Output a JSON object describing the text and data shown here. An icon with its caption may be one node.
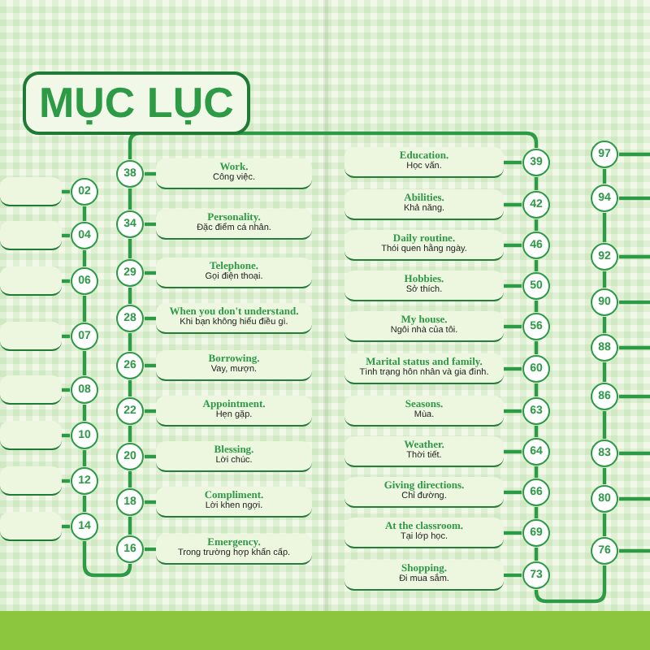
{
  "diagram": {
    "title": "MỤC LỤC",
    "nodes": [
      {
        "text": [
          "02"
        ]
      },
      {
        "text": [],
        "shape": "box"
      },
      {
        "text": [
          "04"
        ]
      },
      {
        "text": [],
        "shape": "box"
      },
      {
        "text": [
          "06"
        ]
      },
      {
        "text": [],
        "shape": "box"
      },
      {
        "text": [
          "07"
        ]
      },
      {
        "text": [],
        "shape": "box"
      },
      {
        "text": [
          "08"
        ]
      },
      {
        "text": [],
        "shape": "box"
      },
      {
        "text": [
          "10"
        ]
      },
      {
        "text": [],
        "shape": "box"
      },
      {
        "text": [
          "12"
        ]
      },
      {
        "text": [],
        "shape": "box"
      },
      {
        "text": [
          "14"
        ]
      },
      {
        "text": [],
        "shape": "box"
      },
      {
        "text": [
          "38"
        ]
      },
      {
        "text": [
          "Work.",
          "Công việc."
        ]
      },
      {
        "text": [
          "34"
        ]
      },
      {
        "text": [
          "Personality.",
          "Đặc điểm cá nhân."
        ]
      },
      {
        "text": [
          "29"
        ]
      },
      {
        "text": [
          "Telephone.",
          "Gọi điện thoại."
        ]
      },
      {
        "text": [
          "28"
        ]
      },
      {
        "text": [
          "When you don't understand.",
          "Khi bạn không hiểu điều gì."
        ]
      },
      {
        "text": [
          "26"
        ]
      },
      {
        "text": [
          "Borrowing.",
          "Vay, mượn."
        ]
      },
      {
        "text": [
          "22"
        ]
      },
      {
        "text": [
          "Appointment.",
          "Hẹn gặp."
        ]
      },
      {
        "text": [
          "20"
        ]
      },
      {
        "text": [
          "Blessing.",
          "Lời chúc."
        ]
      },
      {
        "text": [
          "18"
        ]
      },
      {
        "text": [
          "Compliment.",
          "Lời khen ngợi."
        ]
      },
      {
        "text": [
          "16"
        ]
      },
      {
        "text": [
          "Emergency.",
          "Trong trường hợp khẩn cấp."
        ]
      },
      {
        "text": [
          "39"
        ]
      },
      {
        "text": [
          "Education.",
          "Học vấn."
        ]
      },
      {
        "text": [
          "42"
        ]
      },
      {
        "text": [
          "Abilities.",
          "Khả năng."
        ]
      },
      {
        "text": [
          "46"
        ]
      },
      {
        "text": [
          "Daily routine.",
          "Thói quen hằng ngày."
        ]
      },
      {
        "text": [
          "50"
        ]
      },
      {
        "text": [
          "Hobbies.",
          "Sở thích."
        ]
      },
      {
        "text": [
          "56"
        ]
      },
      {
        "text": [
          "My house.",
          "Ngôi nhà của tôi."
        ]
      },
      {
        "text": [
          "60"
        ]
      },
      {
        "text": [
          "Marital status and family.",
          "Tình trạng hôn nhân và gia đình."
        ]
      },
      {
        "text": [
          "63"
        ]
      },
      {
        "text": [
          "Seasons.",
          "Mùa."
        ]
      },
      {
        "text": [
          "64"
        ]
      },
      {
        "text": [
          "Weather.",
          "Thời tiết."
        ]
      },
      {
        "text": [
          "66"
        ]
      },
      {
        "text": [
          "Giving directions.",
          "Chỉ đường."
        ]
      },
      {
        "text": [
          "69"
        ]
      },
      {
        "text": [
          "At the classroom.",
          "Tại lớp học."
        ]
      },
      {
        "text": [
          "73"
        ]
      },
      {
        "text": [
          "Shopping.",
          "Đi mua sắm."
        ]
      },
      {
        "text": [
          "97"
        ]
      },
      {
        "text": [
          "94"
        ]
      },
      {
        "text": [
          "92"
        ]
      },
      {
        "text": [
          "90"
        ]
      },
      {
        "text": [
          "88"
        ]
      },
      {
        "text": [
          "86"
        ]
      },
      {
        "text": [
          "83"
        ]
      },
      {
        "text": [
          "80"
        ]
      },
      {
        "text": [
          "76"
        ]
      }
    ],
    "edges": [
      {
        "from": 1,
        "to": 0,
        "arrow": "none"
      },
      {
        "from": 3,
        "to": 2,
        "arrow": "none"
      },
      {
        "from": 5,
        "to": 4,
        "arrow": "none"
      },
      {
        "from": 7,
        "to": 6,
        "arrow": "none"
      },
      {
        "from": 9,
        "to": 8,
        "arrow": "none"
      },
      {
        "from": 11,
        "to": 10,
        "arrow": "none"
      },
      {
        "from": 13,
        "to": 12,
        "arrow": "none"
      },
      {
        "from": 15,
        "to": 14,
        "arrow": "none"
      },
      {
        "from": 17,
        "to": 16,
        "arrow": "none"
      },
      {
        "from": 19,
        "to": 18,
        "arrow": "none"
      },
      {
        "from": 21,
        "to": 20,
        "arrow": "none"
      },
      {
        "from": 23,
        "to": 22,
        "arrow": "none"
      },
      {
        "from": 25,
        "to": 24,
        "arrow": "none"
      },
      {
        "from": 27,
        "to": 26,
        "arrow": "none"
      },
      {
        "from": 29,
        "to": 28,
        "arrow": "none"
      },
      {
        "from": 31,
        "to": 30,
        "arrow": "none"
      },
      {
        "from": 33,
        "to": 32,
        "arrow": "none"
      },
      {
        "from": 35,
        "to": 34,
        "arrow": "none"
      },
      {
        "from": 37,
        "to": 36,
        "arrow": "none"
      },
      {
        "from": 39,
        "to": 38,
        "arrow": "none"
      },
      {
        "from": 41,
        "to": 40,
        "arrow": "none"
      },
      {
        "from": 43,
        "to": 42,
        "arrow": "none"
      },
      {
        "from": 45,
        "to": 44,
        "arrow": "none"
      },
      {
        "from": 47,
        "to": 46,
        "arrow": "none"
      },
      {
        "from": 49,
        "to": 48,
        "arrow": "none"
      },
      {
        "from": 51,
        "to": 50,
        "arrow": "none"
      },
      {
        "from": 53,
        "to": 52,
        "arrow": "none"
      },
      {
        "from": 55,
        "to": 54,
        "arrow": "none"
      },
      {
        "from": 56,
        "to": null,
        "arrow": "none"
      },
      {
        "from": 57,
        "to": null,
        "arrow": "none"
      },
      {
        "from": 58,
        "to": null,
        "arrow": "none"
      },
      {
        "from": 59,
        "to": null,
        "arrow": "none"
      },
      {
        "from": 60,
        "to": null,
        "arrow": "none"
      },
      {
        "from": 61,
        "to": null,
        "arrow": "none"
      },
      {
        "from": 62,
        "to": null,
        "arrow": "none"
      },
      {
        "from": 63,
        "to": null,
        "arrow": "none"
      },
      {
        "from": 64,
        "to": null,
        "arrow": "none"
      },
      {
        "from": 0,
        "to": 2,
        "arrow": "none"
      },
      {
        "from": 2,
        "to": 4,
        "arrow": "none"
      },
      {
        "from": 4,
        "to": 6,
        "arrow": "none"
      },
      {
        "from": 6,
        "to": 8,
        "arrow": "none"
      },
      {
        "from": 8,
        "to": 10,
        "arrow": "none"
      },
      {
        "from": 10,
        "to": 12,
        "arrow": "none"
      },
      {
        "from": 12,
        "to": 14,
        "arrow": "none"
      },
      {
        "from": 14,
        "to": 32,
        "arrow": "none"
      },
      {
        "from": 32,
        "to": 30,
        "arrow": "none"
      },
      {
        "from": 30,
        "to": 28,
        "arrow": "none"
      },
      {
        "from": 28,
        "to": 26,
        "arrow": "none"
      },
      {
        "from": 26,
        "to": 24,
        "arrow": "none"
      },
      {
        "from": 24,
        "to": 22,
        "arrow": "none"
      },
      {
        "from": 22,
        "to": 20,
        "arrow": "none"
      },
      {
        "from": 20,
        "to": 18,
        "arrow": "none"
      },
      {
        "from": 18,
        "to": 16,
        "arrow": "none"
      },
      {
        "from": 16,
        "to": 34,
        "arrow": "none"
      },
      {
        "from": 34,
        "to": 36,
        "arrow": "none"
      },
      {
        "from": 36,
        "to": 38,
        "arrow": "none"
      },
      {
        "from": 38,
        "to": 40,
        "arrow": "none"
      },
      {
        "from": 40,
        "to": 42,
        "arrow": "none"
      },
      {
        "from": 42,
        "to": 44,
        "arrow": "none"
      },
      {
        "from": 44,
        "to": 46,
        "arrow": "none"
      },
      {
        "from": 46,
        "to": 48,
        "arrow": "none"
      },
      {
        "from": 48,
        "to": 50,
        "arrow": "none"
      },
      {
        "from": 50,
        "to": 52,
        "arrow": "none"
      },
      {
        "from": 52,
        "to": 54,
        "arrow": "none"
      },
      {
        "from": 54,
        "to": 64,
        "arrow": "none"
      },
      {
        "from": 64,
        "to": 63,
        "arrow": "none"
      },
      {
        "from": 63,
        "to": 62,
        "arrow": "none"
      },
      {
        "from": 62,
        "to": 61,
        "arrow": "none"
      },
      {
        "from": 61,
        "to": 60,
        "arrow": "none"
      },
      {
        "from": 60,
        "to": 59,
        "arrow": "none"
      },
      {
        "from": 59,
        "to": 58,
        "arrow": "none"
      },
      {
        "from": 58,
        "to": 57,
        "arrow": "none"
      },
      {
        "from": 57,
        "to": 56,
        "arrow": "none"
      }
    ]
  }
}
